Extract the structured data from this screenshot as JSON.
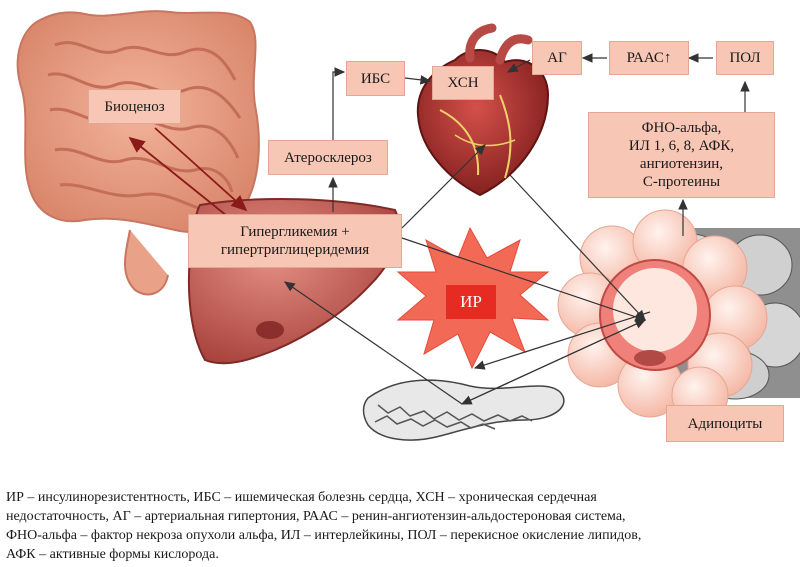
{
  "labels": {
    "biocenosis": "Биоценоз",
    "ibs": "ИБС",
    "hsn": "ХСН",
    "ag": "АГ",
    "raas": "РААС",
    "raas_arrow": "↑",
    "pol": "ПОЛ",
    "atherosclerosis": "Атеросклероз",
    "hyperglycemia_line1": "Гипергликемия +",
    "hyperglycemia_line2": "гипертриглицеридемия",
    "ir": "ИР",
    "cytokines": [
      "ФНО-альфа,",
      "ИЛ 1, 6, 8, АФК,",
      "ангиотензин,",
      "С-протеины"
    ],
    "adipocytes": "Адипоциты"
  },
  "legend": [
    "ИР – инсулинорезистентность, ИБС – ишемическая болезнь сердца, ХСН – хроническая сердечная",
    "недостаточность, АГ – артериальная гипертония, РААС – ренин-ангиотензин-альдостероновая система,",
    "ФНО-альфа – фактор некроза опухоли альфа, ИЛ – интерлейкины, ПОЛ – перекисное окисление липидов,",
    "АФК – активные формы кислорода."
  ],
  "colors": {
    "box_fill": "#f7c6b4",
    "ir_fill": "#e62b23",
    "burst_fill": "#f26a56",
    "organ": "#e9957c",
    "liver": "#c9554d",
    "heart": "#a8322e",
    "micrograph": "#8f8f8f",
    "arrow": "#333333"
  },
  "icons": [
    "intestine-illustration",
    "heart-illustration",
    "liver-illustration",
    "pancreas-illustration",
    "adipocyte-cluster-illustration",
    "adipose-micrograph"
  ]
}
